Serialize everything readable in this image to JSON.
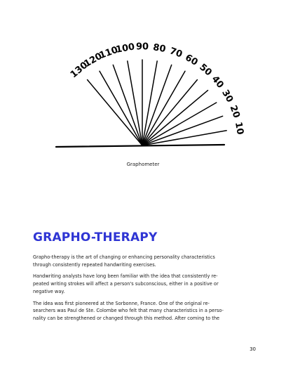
{
  "figure": {
    "caption": "Graphometer",
    "scale_labels": [
      "130",
      "120",
      "110",
      "100",
      "90",
      "80",
      "70",
      "60",
      "50",
      "40",
      "30",
      "20",
      "10"
    ],
    "scale_angles_deg": [
      130,
      120,
      110,
      100,
      90,
      80,
      70,
      60,
      50,
      40,
      30,
      20,
      10
    ]
  },
  "section": {
    "title": "GRAPHO-THERAPY",
    "paragraphs": [
      {
        "lines": [
          "Grapho-therapy is the art of changing or enhancing personality characteristics",
          "through consistently repeated handwriting exercises."
        ]
      },
      {
        "lines": [
          "Handwriting analysts have long been familiar with the idea that consistently re-",
          "peated writing strokes will affect a person's subconscious, either in a positive or",
          "negative way."
        ]
      },
      {
        "lines": [
          "The idea was first pioneered at the Sorbonne, France. One of the original re-",
          "searchers was Paul de Ste. Colombe who felt that many characteristics in a perso-",
          "nality can be strengthened or changed through this method. After coming to the"
        ]
      }
    ]
  },
  "page_number": "30"
}
